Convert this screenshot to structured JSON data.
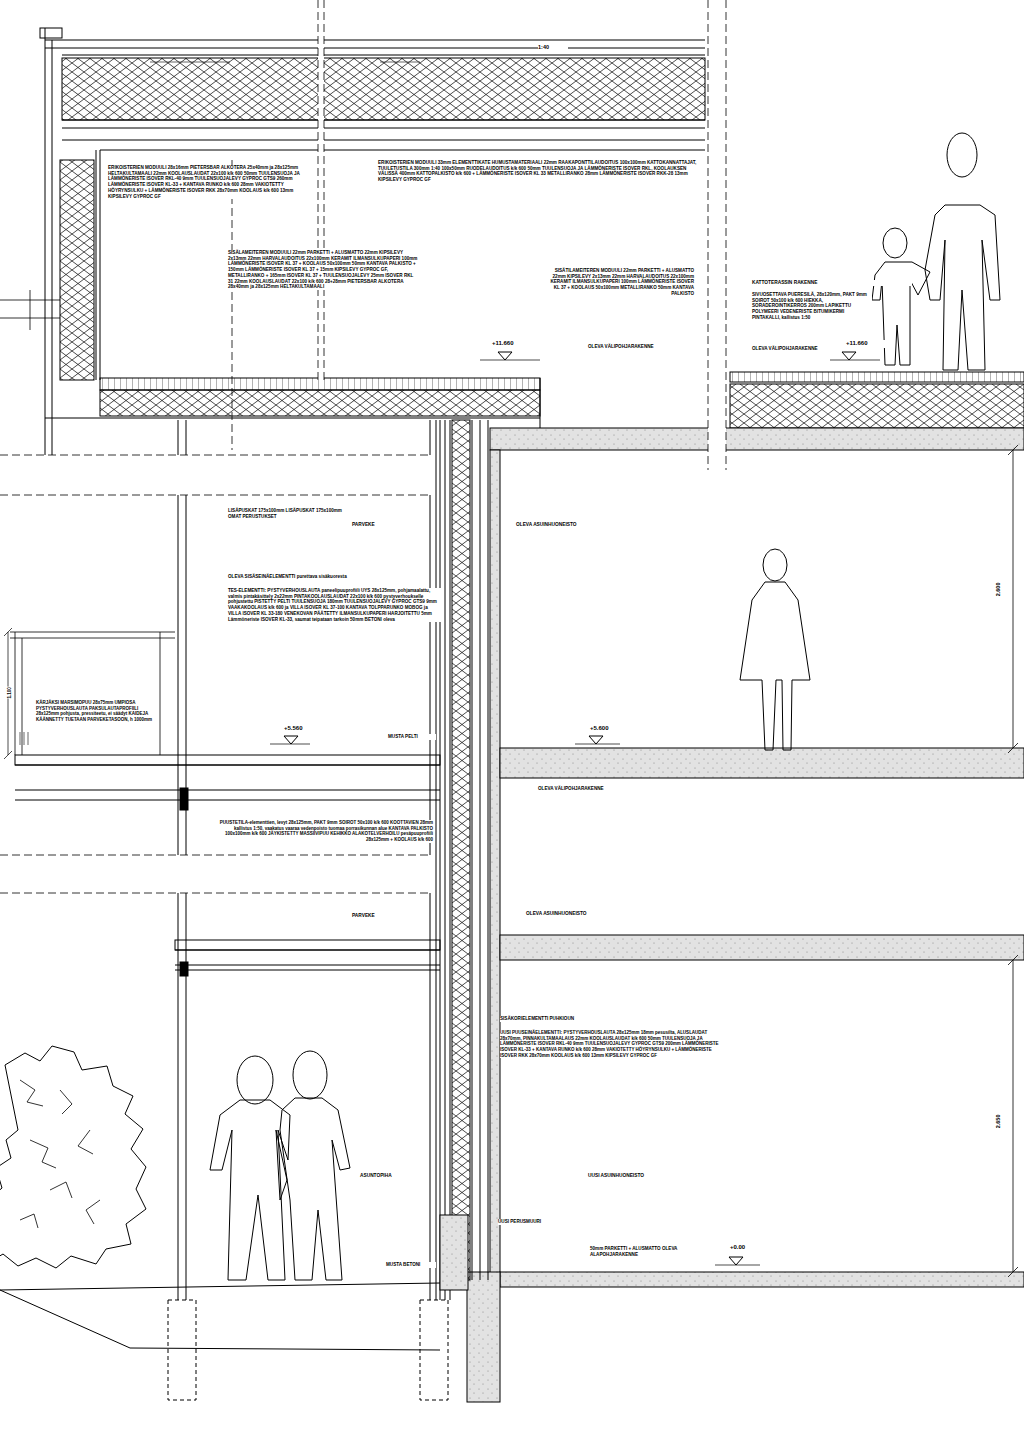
{
  "diagram": {
    "labels": [
      "1:40",
      "ERIKOISTERIEN MODUULI 28x16mm PIETERSBAR ALKOTERA 25x40mm ja 28x125mm HELTAKULTAMAALI 22mm KOOLAUSLAUDAT 22x100 k/k 600 50mm TUULENSUOJA JA LÄMMÖNERISTE ISOVER RKL-40 9mm TUULENSUOJALEVY GYPROC GTS9 260mm LÄMMÖNERISTE ISOVER KL-33 + KANTAVA RUNKO k/k 600 28mm VAKIOTETTY HÖYRYNSULKU + LÄMMÖNERISTE ISOVER RKK 28x70mm KOOLAUS k/k 600 13mm KIPSILEVY GYPROC GF",
      "ERIKOISTERIEN MODUULI 33mm ELEMENTTIKATE HUMUSTAMATERIAALI 22mm RAAKAPONTTILAUDOITUS 100x100mm KATTOKANNATTAJAT, TUULETUSTILA 300mm 1:40 100x50mm RUODELAUDOITUS k/k 600 50mm TUULENSUOJA JA LÄMMÖNERISTE ISOVER RKL, KOOLAUKSEN VÄLISSÄ 400mm KATTOPALKISTO k/k 600 + LÄMMÖNERISTE ISOVER KL 33 METALLIRANKO 28mm LÄMMÖNERISTE ISOVER RKK-28 13mm KIPSILEVY GYPROC GF",
      "SISÄLAMEITEREN MODUULI 22mm PARKETTI + ALUSMATTO 22mm KIPSILEVY 2x13mm 22mm HARVALAUDOITUS 22x100mm KERAMIT ILMANSULKUPAPERI 100mm LÄMMÖNERISTE ISOVER KL 37 + KOOLAUS 50x100mm 50mm KANTAVA PALKISTO + 150mm LÄMMÖNERISTE ISOVER KL 37 + 15mm KIPSILEVY GYPROC GF, METALLIRANKO + 165mm ISOVER KL 37 + TUULENSUOJALEVY 25mm ISOVER RKL 31 22mm KOOLAUSLAUDAT 22x100 k/k 600 28+28mm PIETERSBAR ALKOTERA 28x40mm ja 28x125mm HELTAKULTAMAALI",
      "SISÄTILAMEITEREN MODUULI 22mm PARKETTI + ALUSMATTO 22mm KIPSILEVY 2x13mm 22mm HARVALAUDOITUS 22x100mm KERAMIT ILMANSULKUPAPERI 100mm LÄMMÖNERISTE ISOVER KL 37 + KOOLAUS 50x100mm METALLIRANKO 50mm KANTAVA PALKISTO",
      "+11.660",
      "OLEVA VÄLIPOHJARAKENNE",
      "KATTOTERASSIN RAKENNE",
      "SIVUOSETTAVA PUERESILÄ, 28x120mm, PAKT 9mm SOIROT 50x100 k/k 600 HIEKKA, SORADEROINTIKERROS 200mm LAPIKETTU POLYMEERI VEDENERISTE BITUMIKERMI PINTAKALLI, kallistus 1:50",
      "OLEVA VÄLIPOHJARAKENNE",
      "+11.660",
      "LISÄPUSKAT 175x100mm LISÄPUSKAT 175x100mm OMAT PERUSTUKSET",
      "PARVEKE",
      "OLEVA ASUINHUONEISTO",
      "OLEVA SISÄSEINÄELEMENTTI purettava sisäkuoresta",
      "TES-ELEMENTTI: PYSTYVERHOUSLAUTA paneelipuuprofiili UYS 28x125mm, pohjamaalattu, valmis pintakäsittely 2x22mm PINTAKOOLAUSLAUDAT 22x100 k/k 600 pystyverhoukselle pohjustettu PISTETTY PELTI TUULENSUOJA 180mm TUULENSUOJALEVY GYPROC GTS9 9mm VAAKAKOOLAUS k/k 600 ja VILLA ISOVER KL 37-100 KANTAVA TOLPPARUNKO MOBOG ja VILLA ISOVER KL 33-180 VENEKOVAN PÄÄTETTY ILMANSULKUPAPERI HARJOITETTU 5mm Lämmöneriste ISOVER KL-33, saumat teipataan tarkoin 50mm BETONI oleva",
      "2.600",
      "KÄRJÄKSI MARSIMOPUU 28x75mm UMPIOSA PYSTYVERHOUSLAUTA PAKSULAUTAPROFIILI 28x125mm pohjusta, pressiteetu, ei säädyt KAIDEJA KÄÄNNETTY TUETAAN PARVEKETASOON, h 1000mm",
      "1.100",
      "+5.560",
      "MUSTA PELTI",
      "+5.600",
      "OLEVA VÄLIPOHJARAKENNE",
      "PUUSTETILA-elementtien, levyt 28x125mm, PAKT 9mm SOIROT 50x100 k/k 600 KOOTTAVIEN 28mm kallistus 1:50, vaakatus vaaraa vedenpoisto tuomaa porrasikunnan alue KANTAVA PALKISTO 100x100mm k/k 600 JÄYKISTETTY MASSIIVIPUU KEHIKKO ALAKOTELVERHOILU pesäpuuprofiili 28x125mm + KOOLAUS k/k 600",
      "PARVEKE",
      "OLEVA ASUINHUONEISTO",
      "SISÄKORIELEMENTTI PUHKIOUN",
      "UUSI PUUSEINÄELEMENTTI: PYSTYVERHOUSLAUTA 28x125mm 18mm pesusilta, ALUSLAUDAT 28x70mm, PINNAKULTAMAALAUS 22mm KOOLAUSLAUDAT k/k 600 50mm TUULENSUOJA JA LÄMMÖNERISTE ISOVER RKL-40 9mm TUULENSUOJALEVY GYPROC GTS9 200mm LÄMMÖNERISTE ISOVER KL-33 + KANTAVA RUNKO k/k 600 28mm VAKIOTETTY HÖYRYNSULKU + LÄMMÖNERISTE ISOVER RKK 28x70mm KOOLAUS k/k 600 13mm KIPSILEVY GYPROC GF",
      "2.650",
      "ASUNTOPIHA",
      "UUSI ASUINHUONEISTO",
      "UUSI PERUSMUURI",
      "50mm PARKETTI + ALUSMATTO OLEVA ALAPOHJARAKENNE",
      "+0.00",
      "MUSTA BETONI"
    ]
  }
}
